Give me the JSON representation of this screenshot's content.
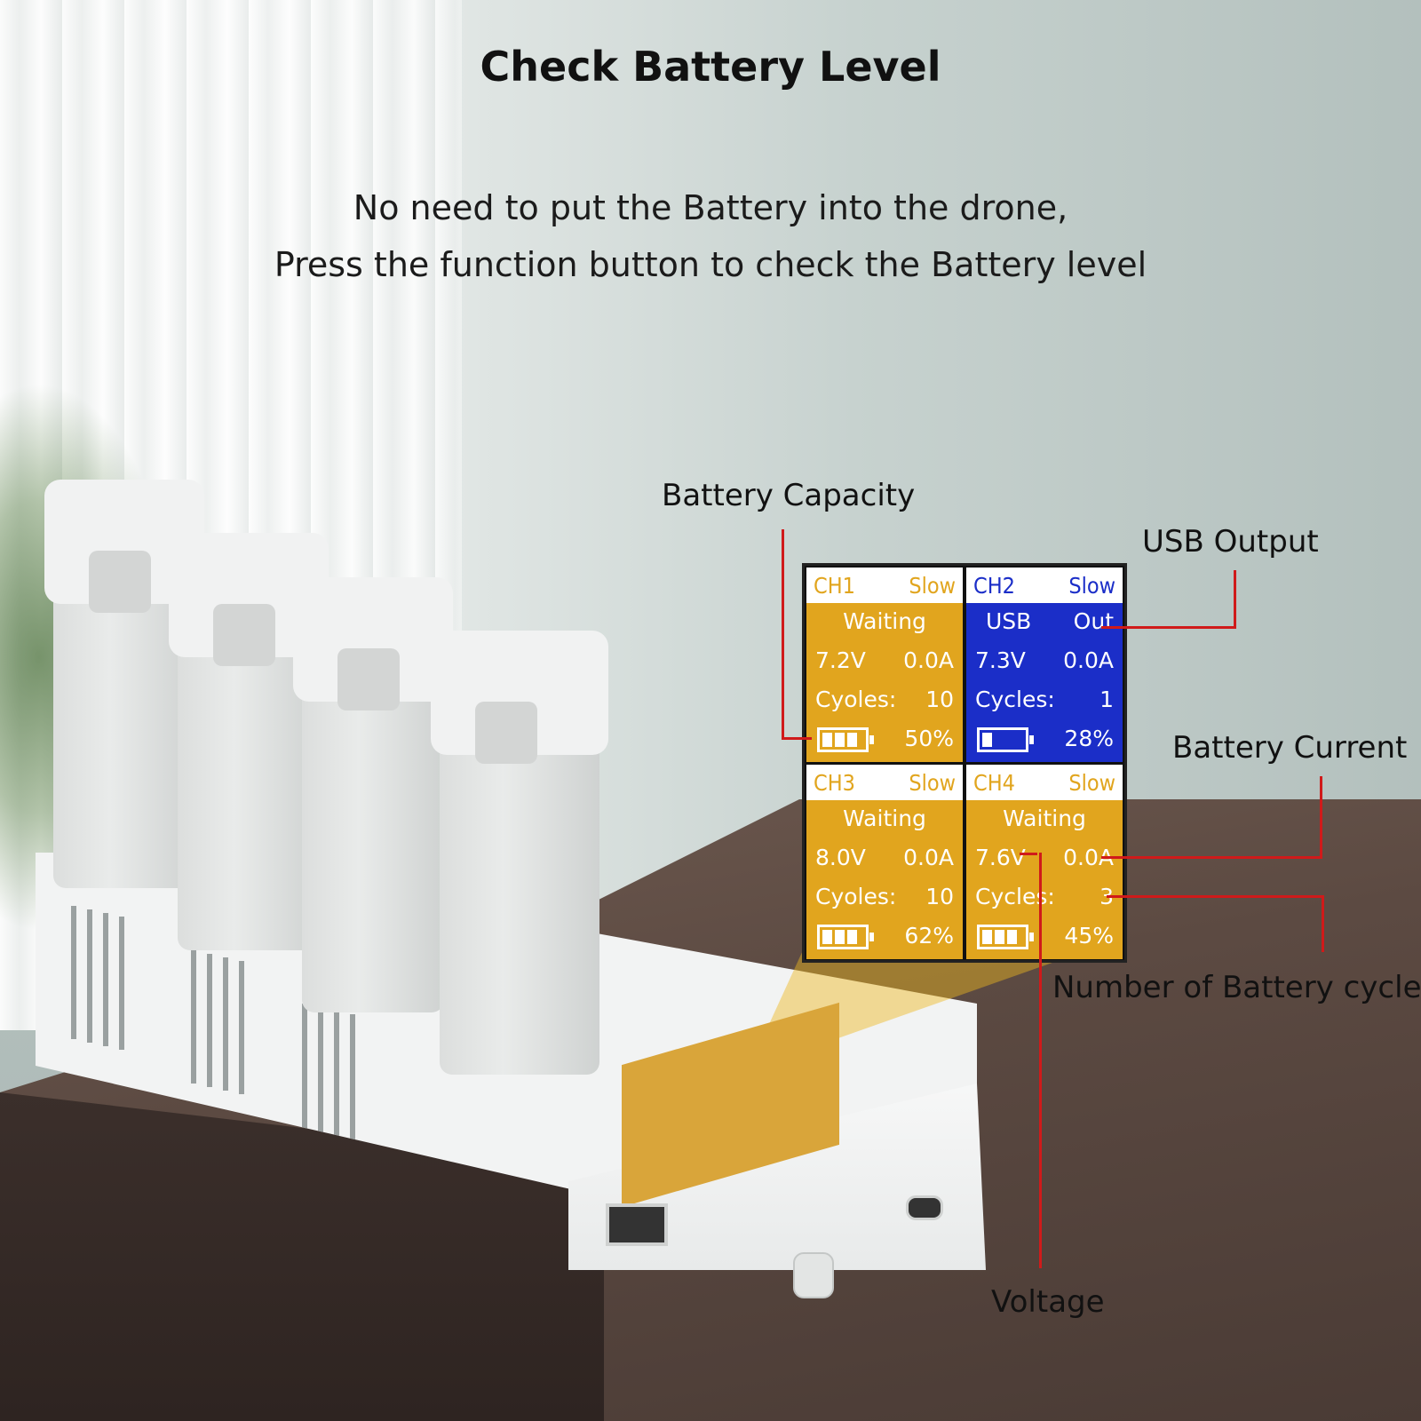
{
  "title": "Check Battery Level",
  "subtitle_line1": "No need to put the Battery into the drone,",
  "subtitle_line2": "Press the function button to check the Battery level",
  "callouts": {
    "capacity": "Battery Capacity",
    "usb_output": "USB Output",
    "current": "Battery Current",
    "cycles": "Number of Battery cycles",
    "voltage": "Voltage"
  },
  "lcd": {
    "channels": [
      {
        "name": "CH1",
        "mode": "Slow",
        "status": "Waiting",
        "voltage": "7.2V",
        "current": "0.0A",
        "cycles_label": "Cyoles:",
        "cycles": "10",
        "capacity": "50%",
        "segments": 3,
        "theme": "yellow"
      },
      {
        "name": "CH2",
        "mode": "Slow",
        "status_left": "USB",
        "status_right": "Out",
        "voltage": "7.3V",
        "current": "0.0A",
        "cycles_label": "Cycles:",
        "cycles": "1",
        "capacity": "28%",
        "segments": 1,
        "theme": "blue"
      },
      {
        "name": "CH3",
        "mode": "Slow",
        "status": "Waiting",
        "voltage": "8.0V",
        "current": "0.0A",
        "cycles_label": "Cyoles:",
        "cycles": "10",
        "capacity": "62%",
        "segments": 3,
        "theme": "yellow"
      },
      {
        "name": "CH4",
        "mode": "Slow",
        "status": "Waiting",
        "voltage": "7.6V",
        "current": "0.0A",
        "cycles_label": "Cycles:",
        "cycles": "3",
        "capacity": "45%",
        "segments": 3,
        "theme": "yellow"
      }
    ]
  },
  "colors": {
    "lcd_yellow": "#e1a51e",
    "lcd_blue": "#1b2ec8",
    "leader_line": "#d01a1a"
  }
}
